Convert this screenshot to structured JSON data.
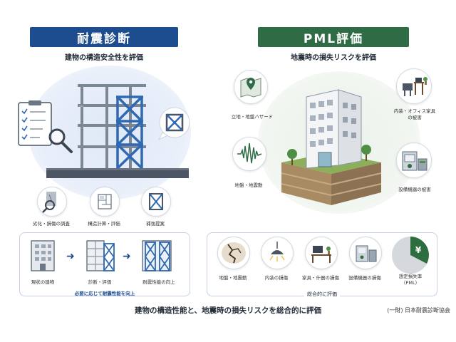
{
  "left": {
    "title": "耐震診断",
    "subtitle": "建物の構造安全性を評価",
    "icons": [
      {
        "label": "劣化・損傷の調査",
        "icon": "magnifier-wall-icon"
      },
      {
        "label": "構造計算・評価",
        "icon": "floorplan-icon"
      },
      {
        "label": "補強提案",
        "icon": "brace-frame-icon"
      }
    ],
    "steps": [
      {
        "label": "現状の建物",
        "icon": "plain-building-icon"
      },
      {
        "label": "診断・評価",
        "icon": "scaffold-building-icon"
      },
      {
        "label": "耐震性能の向上",
        "icon": "reinforced-building-icon"
      }
    ],
    "steps_caption": "必要に応じて耐震性能を向上"
  },
  "right": {
    "title": "PML評価",
    "subtitle": "地震時の損失リスクを評価",
    "callouts": [
      {
        "label": "立地・地盤ハザード",
        "icon": "map-pin-icon"
      },
      {
        "label": "地盤・地震動",
        "icon": "seismic-wave-icon"
      },
      {
        "label": "内装・オフィス家具\nの被害",
        "icon": "office-furniture-icon"
      },
      {
        "label": "設備機器の被害",
        "icon": "equipment-icon"
      }
    ],
    "items": [
      {
        "label": "地盤・地震動",
        "icon": "cracked-ground-icon"
      },
      {
        "label": "内装の損傷",
        "icon": "ceiling-lamp-icon"
      },
      {
        "label": "家具・什器の損傷",
        "icon": "desk-icon"
      },
      {
        "label": "設備機器の損傷",
        "icon": "machinery-icon"
      },
      {
        "label": "想定損失率\n（PML）",
        "icon": "yen-pie-icon"
      }
    ],
    "items_caption": "総合的に評価"
  },
  "footer": {
    "main": "建物の構造性能と、地震時の損失リスクを総合的に評価",
    "credit": "(一財) 日本耐震診断協会"
  },
  "colors": {
    "left_header": "#1d4c8f",
    "right_header": "#2f6b45",
    "steel_blue": "#2f69b3",
    "gray_building": "#8b96a3",
    "yen_green": "#2d6e3e"
  }
}
